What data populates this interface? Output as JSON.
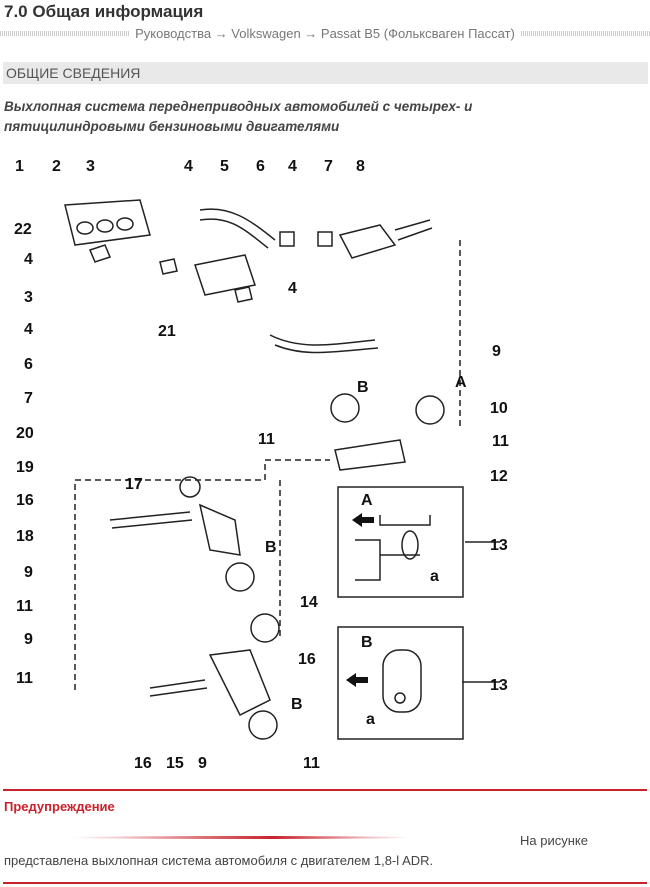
{
  "header": {
    "title": "7.0 Общая информация"
  },
  "breadcrumb": {
    "text": "Руководства → Volkswagen → Passat B5 (Фольксваген Пассат)"
  },
  "section": {
    "title": "ОБЩИЕ СВЕДЕНИЯ"
  },
  "subtitle": "Выхлопная система переднеприводных автомобилей с четырех- и пятицилиндровыми бензиновыми двигателями",
  "diagram": {
    "labels": [
      "1",
      "2",
      "3",
      "4",
      "5",
      "6",
      "4",
      "7",
      "8",
      "22",
      "4",
      "3",
      "4",
      "21",
      "6",
      "7",
      "20",
      "19",
      "4",
      "9",
      "B",
      "A",
      "10",
      "11",
      "11",
      "12",
      "17",
      "16",
      "18",
      "B",
      "9",
      "11",
      "9",
      "11",
      "14",
      "16",
      "13",
      "13",
      "A",
      "B",
      "a",
      "a",
      "16",
      "15",
      "9",
      "B",
      "11"
    ]
  },
  "warning": {
    "title": "Предупреждение",
    "text_right": "На рисунке",
    "text_left": "представлена выхлопная система автомобиля с двигателем 1,8-l ADR."
  },
  "colors": {
    "accent": "#c8232c"
  }
}
